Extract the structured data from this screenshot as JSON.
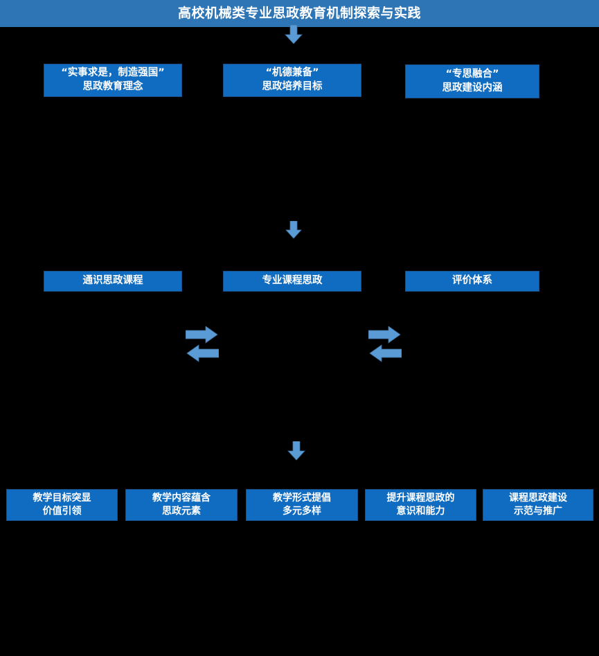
{
  "header": {
    "title": "高校机械类专业思政教育机制探索与实践",
    "bar_color": "#2E75B6"
  },
  "theme": {
    "background": "#000000",
    "node_fill": "#0F6CC0",
    "node_border": "#1C4E86",
    "arrow_fill": "#5B9BD5",
    "arrow_stroke": "#41719C",
    "text_color": "#FFFFFF"
  },
  "tier1": {
    "name": "concept-row",
    "boxes": [
      {
        "label": "“实事求是，制造强国”\n思政教育理念"
      },
      {
        "label": "“机德兼备”\n思政培养目标"
      },
      {
        "label": "“专思融合”\n思政建设内涵"
      }
    ]
  },
  "tier2": {
    "name": "system-row",
    "boxes": [
      {
        "label": "通识思政课程"
      },
      {
        "label": "专业课程思政"
      },
      {
        "label": "评价体系"
      }
    ]
  },
  "tier3": {
    "name": "outcome-row",
    "boxes": [
      {
        "label": "教学目标突显\n价值引领"
      },
      {
        "label": "教学内容蕴含\n思政元素"
      },
      {
        "label": "教学形式提倡\n多元多样"
      },
      {
        "label": "提升课程思政的\n意识和能力"
      },
      {
        "label": "课程思政建设\n示范与推广"
      }
    ]
  },
  "connectors": {
    "down_arrows": [
      {
        "name": "arrow-header-to-tier1"
      },
      {
        "name": "arrow-tier1-to-tier2"
      },
      {
        "name": "arrow-tier2-to-tier3"
      }
    ],
    "swap_arrows": [
      {
        "name": "swap-arrow-left"
      },
      {
        "name": "swap-arrow-right"
      }
    ]
  }
}
